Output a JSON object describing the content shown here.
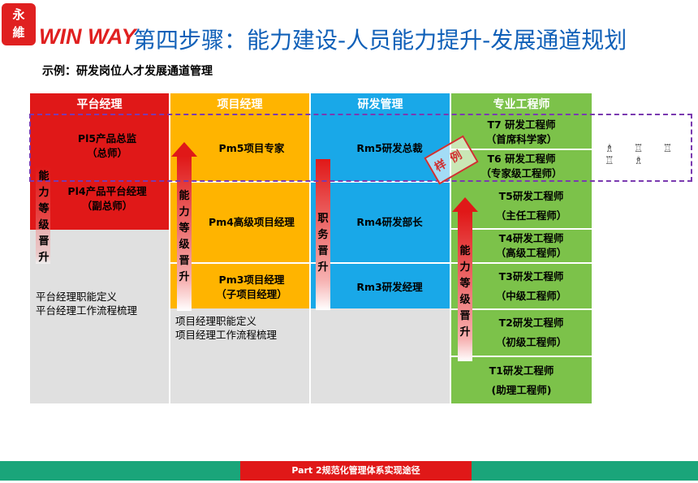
{
  "logo": {
    "glyphs": "永維",
    "text": "WIN WAY"
  },
  "title": "第四步骤：能力建设-人员能力提升-发展通道规划",
  "subtitle": "示例：研发岗位人才发展通道管理",
  "columns": {
    "platform": {
      "header": "平台经理",
      "cells": [
        "Pl5产品总监\n（总师）",
        "Pl4产品平台经理\n（副总师）"
      ],
      "notes": [
        "平台经理职能定义",
        "平台经理工作流程梳理"
      ],
      "arrow_label": "能力等级晋升"
    },
    "project": {
      "header": "项目经理",
      "cells": [
        "Pm5项目专家",
        "Pm4高级项目经理",
        "Pm3项目经理\n（子项目经理）"
      ],
      "notes": [
        "项目经理职能定义",
        "项目经理工作流程梳理"
      ],
      "arrow_label": "能力等级晋升"
    },
    "rd": {
      "header": "研发管理",
      "cells": [
        "Rm5研发总裁",
        "Rm4研发部长",
        "Rm3研发经理"
      ],
      "arrow_label": "职务晋升"
    },
    "engineer": {
      "header": "专业工程师",
      "cells": [
        "T7 研发工程师\n（首席科学家）",
        "T6 研发工程师\n（专家级工程师）",
        "T5研发工程师\n（主任工程师）",
        "T4研发工程师\n（高级工程师）",
        "T3研发工程师\n（中级工程师）",
        "T2研发工程师\n（初级工程师）",
        "T1研发工程师\n(助理工程师)"
      ],
      "arrow_label": "能力等级晋升"
    }
  },
  "stamp": "样例",
  "side_icons": "♗ ♖ ♖ ♖ ♗",
  "footer": "Part 2规范化管理体系实现途径",
  "colors": {
    "red": "#e01818",
    "orange": "#ffb400",
    "blue": "#19a8e8",
    "green": "#7cc24a",
    "gray": "#e0e0e0"
  }
}
